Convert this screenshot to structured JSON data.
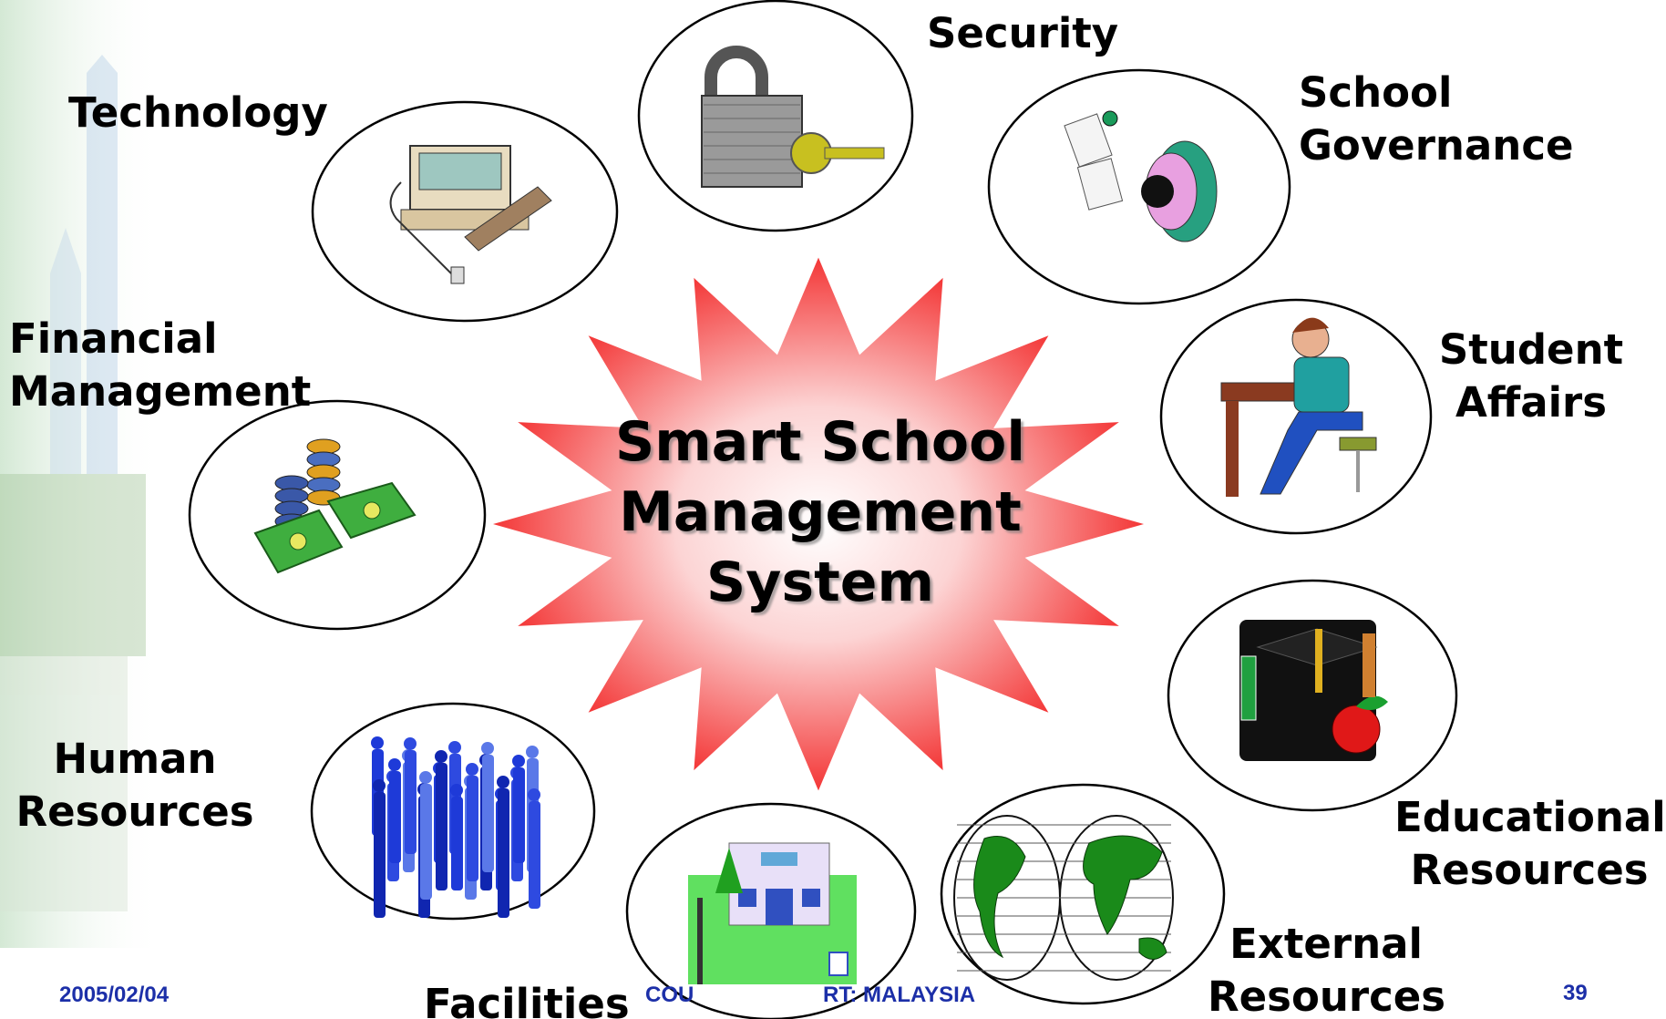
{
  "center_title": [
    "Smart School",
    "Management",
    "System"
  ],
  "modules": {
    "technology": [
      "Technology"
    ],
    "security": [
      "Security"
    ],
    "school_governance": [
      "School",
      "Governance"
    ],
    "financial_management": [
      "Financial",
      "Management"
    ],
    "student_affairs": [
      "Student",
      "Affairs"
    ],
    "human_resources": [
      "Human",
      "Resources"
    ],
    "educational_resources": [
      "Educational",
      "Resources"
    ],
    "facilities": [
      "Facilities"
    ],
    "external_resources": [
      "External",
      "Resources"
    ]
  },
  "footer": {
    "date": "2005/02/04",
    "country_label": "COU",
    "country_label_end": "RT: MALAYSIA",
    "page_number": "39"
  },
  "colors": {
    "star_outer": "#f21a1a",
    "star_inner": "#ffffff",
    "footer_text": "#1c2fa8",
    "background_tint": "#cfe6d0"
  },
  "icons": [
    "computer-icon",
    "padlock-key-icon",
    "person-at-desk-topview-icon",
    "money-coins-icon",
    "student-writing-icon",
    "crowd-people-icon",
    "graduation-cap-apple-icon",
    "school-building-icon",
    "world-map-icon"
  ]
}
